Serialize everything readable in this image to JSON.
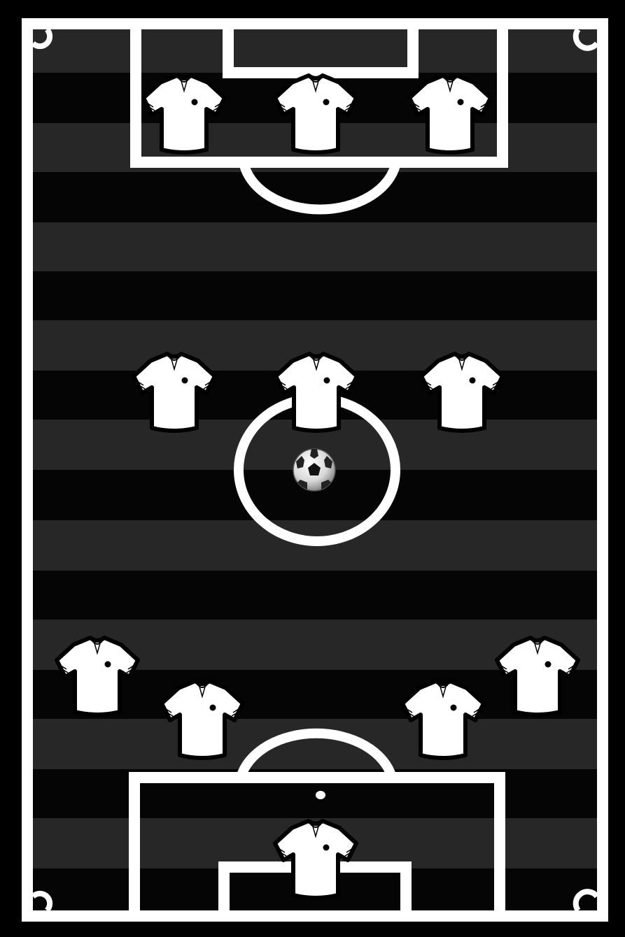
{
  "formation": {
    "players": [
      {
        "role": "forward-left"
      },
      {
        "role": "forward-center"
      },
      {
        "role": "forward-right"
      },
      {
        "role": "midfielder-left"
      },
      {
        "role": "midfielder-center"
      },
      {
        "role": "midfielder-right"
      },
      {
        "role": "defender-left-wide"
      },
      {
        "role": "defender-left-center"
      },
      {
        "role": "defender-right-center"
      },
      {
        "role": "defender-right-wide"
      },
      {
        "role": "goalkeeper"
      }
    ],
    "ball": {
      "location": "center-spot",
      "icon": "soccer-ball-icon"
    },
    "jersey_icon": "jersey-icon"
  },
  "colors": {
    "background": "#000000",
    "stripe_dark": "#050505",
    "stripe_light": "#272727",
    "lines": "#ffffff",
    "jersey": "#ffffff",
    "jersey_outline": "#000000"
  }
}
